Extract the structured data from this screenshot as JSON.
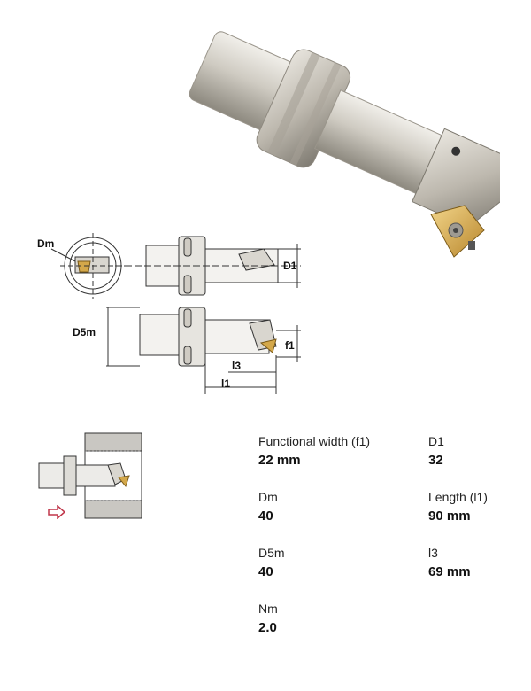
{
  "drawing_labels": {
    "dm": "Dm",
    "d1": "D1",
    "d5m": "D5m",
    "f1": "f1",
    "l3": "l3",
    "l1": "l1"
  },
  "specs": [
    {
      "label": "Functional width (f1)",
      "value": "22 mm"
    },
    {
      "label": "D1",
      "value": "32"
    },
    {
      "label": "Dm",
      "value": "40"
    },
    {
      "label": "Length (l1)",
      "value": "90 mm"
    },
    {
      "label": "D5m",
      "value": "40"
    },
    {
      "label": "l3",
      "value": "69 mm"
    },
    {
      "label": "Nm",
      "value": "2.0"
    }
  ],
  "colors": {
    "steel": "#c8c4bc",
    "insert_gold": "#d4a84a",
    "arrow": "#c0364a",
    "line": "#333333"
  },
  "icons": {
    "feed_arrow": "right-arrow-outline-icon"
  }
}
